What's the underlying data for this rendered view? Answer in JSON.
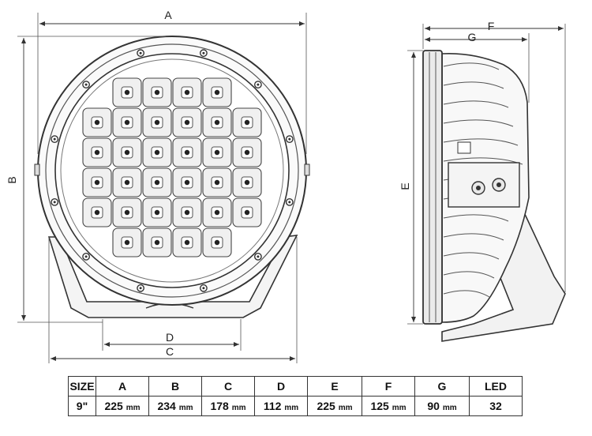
{
  "drawing": {
    "labels": {
      "a": "A",
      "b": "B",
      "c": "C",
      "d": "D",
      "e": "E",
      "f": "F",
      "g": "G"
    },
    "led_grid_rows": [
      4,
      6,
      6,
      6,
      6,
      4
    ]
  },
  "table": {
    "headers": [
      "SIZE",
      "A",
      "B",
      "C",
      "D",
      "E",
      "F",
      "G",
      "LED"
    ],
    "row": {
      "size": "9\"",
      "values": [
        {
          "num": "225",
          "unit": "mm"
        },
        {
          "num": "234",
          "unit": "mm"
        },
        {
          "num": "178",
          "unit": "mm"
        },
        {
          "num": "112",
          "unit": "mm"
        },
        {
          "num": "225",
          "unit": "mm"
        },
        {
          "num": "125",
          "unit": "mm"
        },
        {
          "num": "90",
          "unit": "mm"
        }
      ],
      "led": "32"
    }
  }
}
